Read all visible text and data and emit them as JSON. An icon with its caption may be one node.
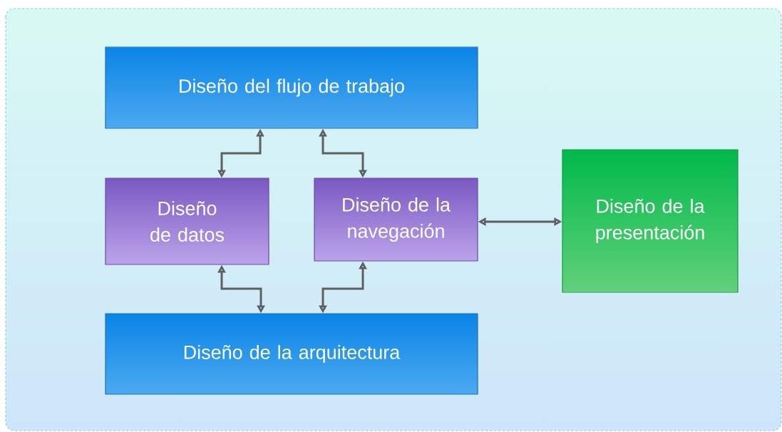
{
  "diagram": {
    "nodes": [
      {
        "text": [
          "Diseño del flujo de trabajo"
        ]
      },
      {
        "text": [
          "Diseño de datos"
        ]
      },
      {
        "text": [
          "Diseño de la navegación"
        ]
      },
      {
        "text": [
          "Diseño de la presentación"
        ]
      },
      {
        "text": [
          "Diseño de la arquitectura"
        ]
      }
    ],
    "edges": [
      {
        "from": 1,
        "to": 0,
        "arrow": "both"
      },
      {
        "from": 2,
        "to": 0,
        "arrow": "both"
      },
      {
        "from": 2,
        "to": 3,
        "arrow": "both"
      },
      {
        "from": 1,
        "to": 4,
        "arrow": "both"
      },
      {
        "from": 2,
        "to": 4,
        "arrow": "both"
      }
    ]
  }
}
